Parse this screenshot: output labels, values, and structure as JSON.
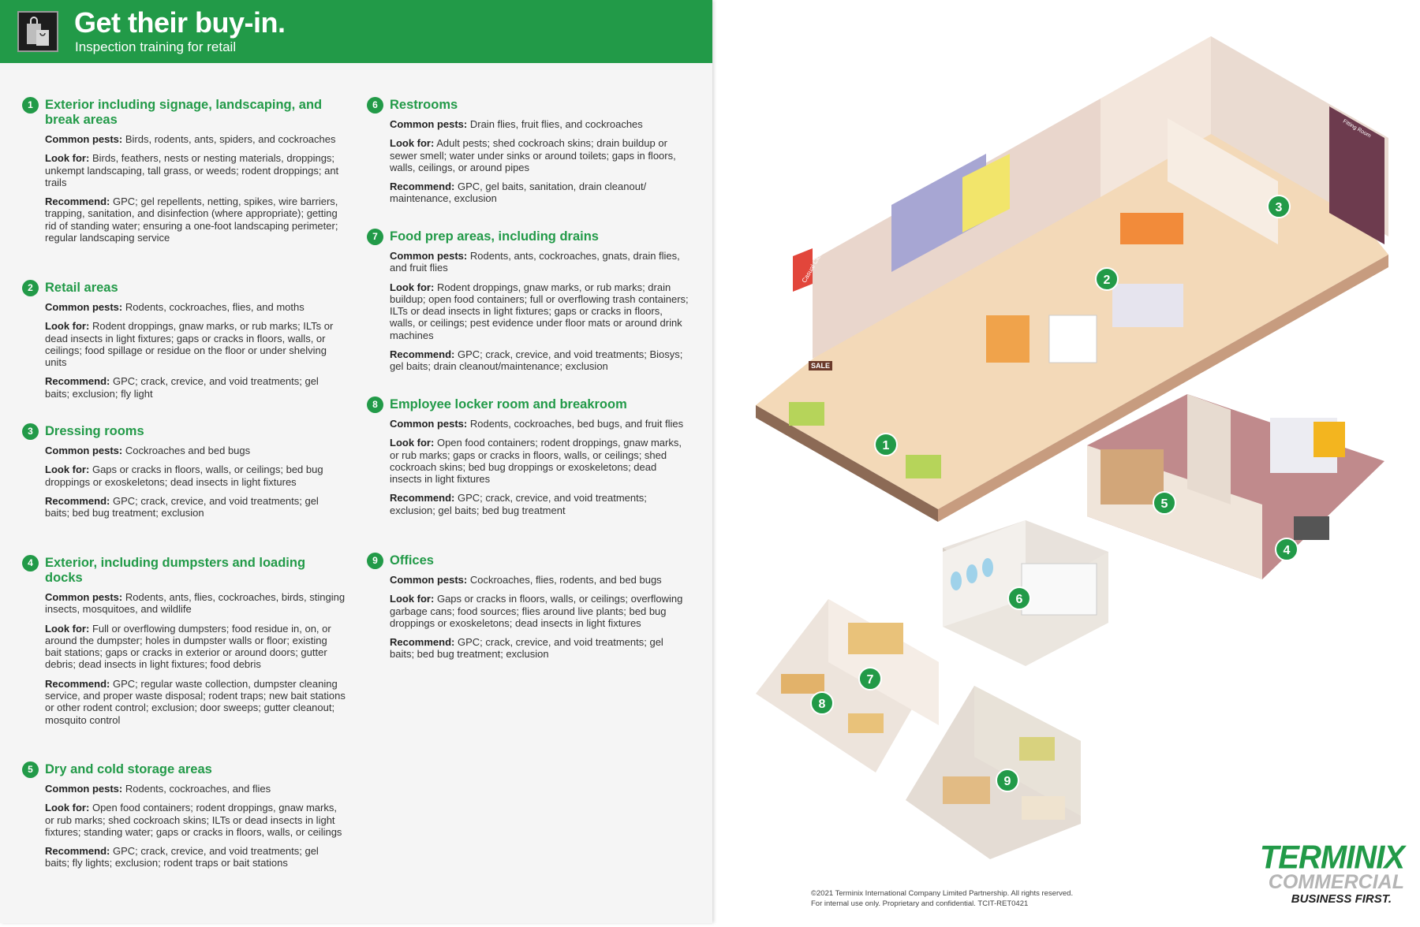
{
  "header": {
    "title": "Get their buy-in.",
    "subtitle": "Inspection training for retail"
  },
  "labels": {
    "pests": "Common pests:",
    "look": "Look for:",
    "rec": "Recommend:"
  },
  "sections": [
    {
      "num": "1",
      "title": "Exterior including signage, landscaping, and break areas",
      "pests": "Birds, rodents, ants, spiders, and cockroaches",
      "look": "Birds, feathers, nests or nesting materials, droppings; unkempt landscaping, tall grass, or weeds; rodent droppings; ant trails",
      "rec": "GPC; gel repellents, netting, spikes, wire barriers, trapping, sanitation, and disinfection (where appropriate); getting rid of standing water; ensuring a one-foot landscaping perimeter; regular landscaping service"
    },
    {
      "num": "2",
      "title": "Retail areas",
      "pests": "Rodents, cockroaches, flies, and moths",
      "look": "Rodent droppings, gnaw marks, or rub marks; ILTs or dead insects in light fixtures; gaps or cracks in floors, walls, or ceilings; food spillage or residue on the floor or under shelving units",
      "rec": "GPC; crack, crevice, and void treatments; gel baits; exclusion; fly light"
    },
    {
      "num": "3",
      "title": "Dressing rooms",
      "pests": "Cockroaches and bed bugs",
      "look": "Gaps or cracks in floors, walls, or ceilings; bed bug droppings or exoskeletons; dead insects in light fixtures",
      "rec": "GPC; crack, crevice, and void treatments; gel baits; bed bug treatment; exclusion"
    },
    {
      "num": "4",
      "title": "Exterior, including dumpsters and loading docks",
      "pests": "Rodents, ants, flies, cockroaches, birds, stinging insects, mosquitoes, and wildlife",
      "look": "Full or overflowing dumpsters; food residue in, on, or around the dumpster; holes in dumpster walls or floor; existing bait stations; gaps or cracks in exterior or around doors; gutter debris; dead insects in light fixtures; food debris",
      "rec": "GPC; regular waste collection, dumpster cleaning service, and proper waste disposal; rodent traps; new bait stations or other rodent control; exclusion; door sweeps; gutter cleanout; mosquito control"
    },
    {
      "num": "5",
      "title": "Dry and cold storage areas",
      "pests": "Rodents, cockroaches, and flies",
      "look": "Open food containers; rodent droppings, gnaw marks, or rub marks; shed cockroach skins; ILTs or dead insects in light fixtures; standing water; gaps or cracks in floors, walls, or ceilings",
      "rec": "GPC; crack, crevice, and void treatments; gel baits; fly lights; exclusion; rodent traps or bait stations"
    },
    {
      "num": "6",
      "title": "Restrooms",
      "pests": "Drain flies, fruit flies, and cockroaches",
      "look": "Adult pests; shed cockroach skins; drain buildup or sewer smell; water under sinks or around toilets; gaps in floors, walls, ceilings, or around pipes",
      "rec": "GPC, gel baits, sanitation, drain cleanout/ maintenance, exclusion"
    },
    {
      "num": "7",
      "title": "Food prep areas, including drains",
      "pests": "Rodents, ants, cockroaches, gnats, drain flies, and fruit flies",
      "look": "Rodent droppings, gnaw marks, or rub marks; drain buildup; open food containers; full or overflowing trash containers; ILTs or dead insects in light fixtures; gaps or cracks in floors, walls, or ceilings; pest evidence under floor mats or around drink machines",
      "rec": "GPC; crack, crevice, and void treatments; Biosys; gel baits; drain cleanout/maintenance; exclusion"
    },
    {
      "num": "8",
      "title": "Employee locker room and breakroom",
      "pests": "Rodents, cockroaches, bed bugs, and fruit flies",
      "look": "Open food containers; rodent droppings, gnaw marks, or rub marks; gaps or cracks in floors, walls, or ceilings; shed cockroach skins; bed bug droppings or exoskeletons; dead insects in light fixtures",
      "rec": "GPC; crack, crevice, and void treatments; exclusion; gel baits; bed bug treatment"
    },
    {
      "num": "9",
      "title": "Offices",
      "pests": "Cockroaches, flies, rodents, and bed bugs",
      "look": "Gaps or cracks in floors, walls, or ceilings; overflowing garbage cans; food sources; flies around live plants; bed bug droppings or exoskeletons; dead insects in light fixtures",
      "rec": "GPC; crack, crevice, and void treatments; gel baits; bed bug treatment; exclusion"
    }
  ],
  "illustration": {
    "markers": [
      "1",
      "2",
      "3",
      "4",
      "5",
      "6",
      "7",
      "8",
      "9"
    ],
    "signs": [
      "Casual Clothes",
      "SALE",
      "Fitting Room"
    ]
  },
  "footer": {
    "copyright": "©2021 Terminix International Company Limited Partnership. All rights reserved.",
    "confidential": "For internal use only. Proprietary and confidential. TCIT-RET0421"
  },
  "logo": {
    "brand": "TERMINIX",
    "line2": "COMMERCIAL",
    "tagline": "BUSINESS FIRST."
  },
  "colors": {
    "brand_green": "#229a48",
    "background": "#f5f5f5"
  }
}
